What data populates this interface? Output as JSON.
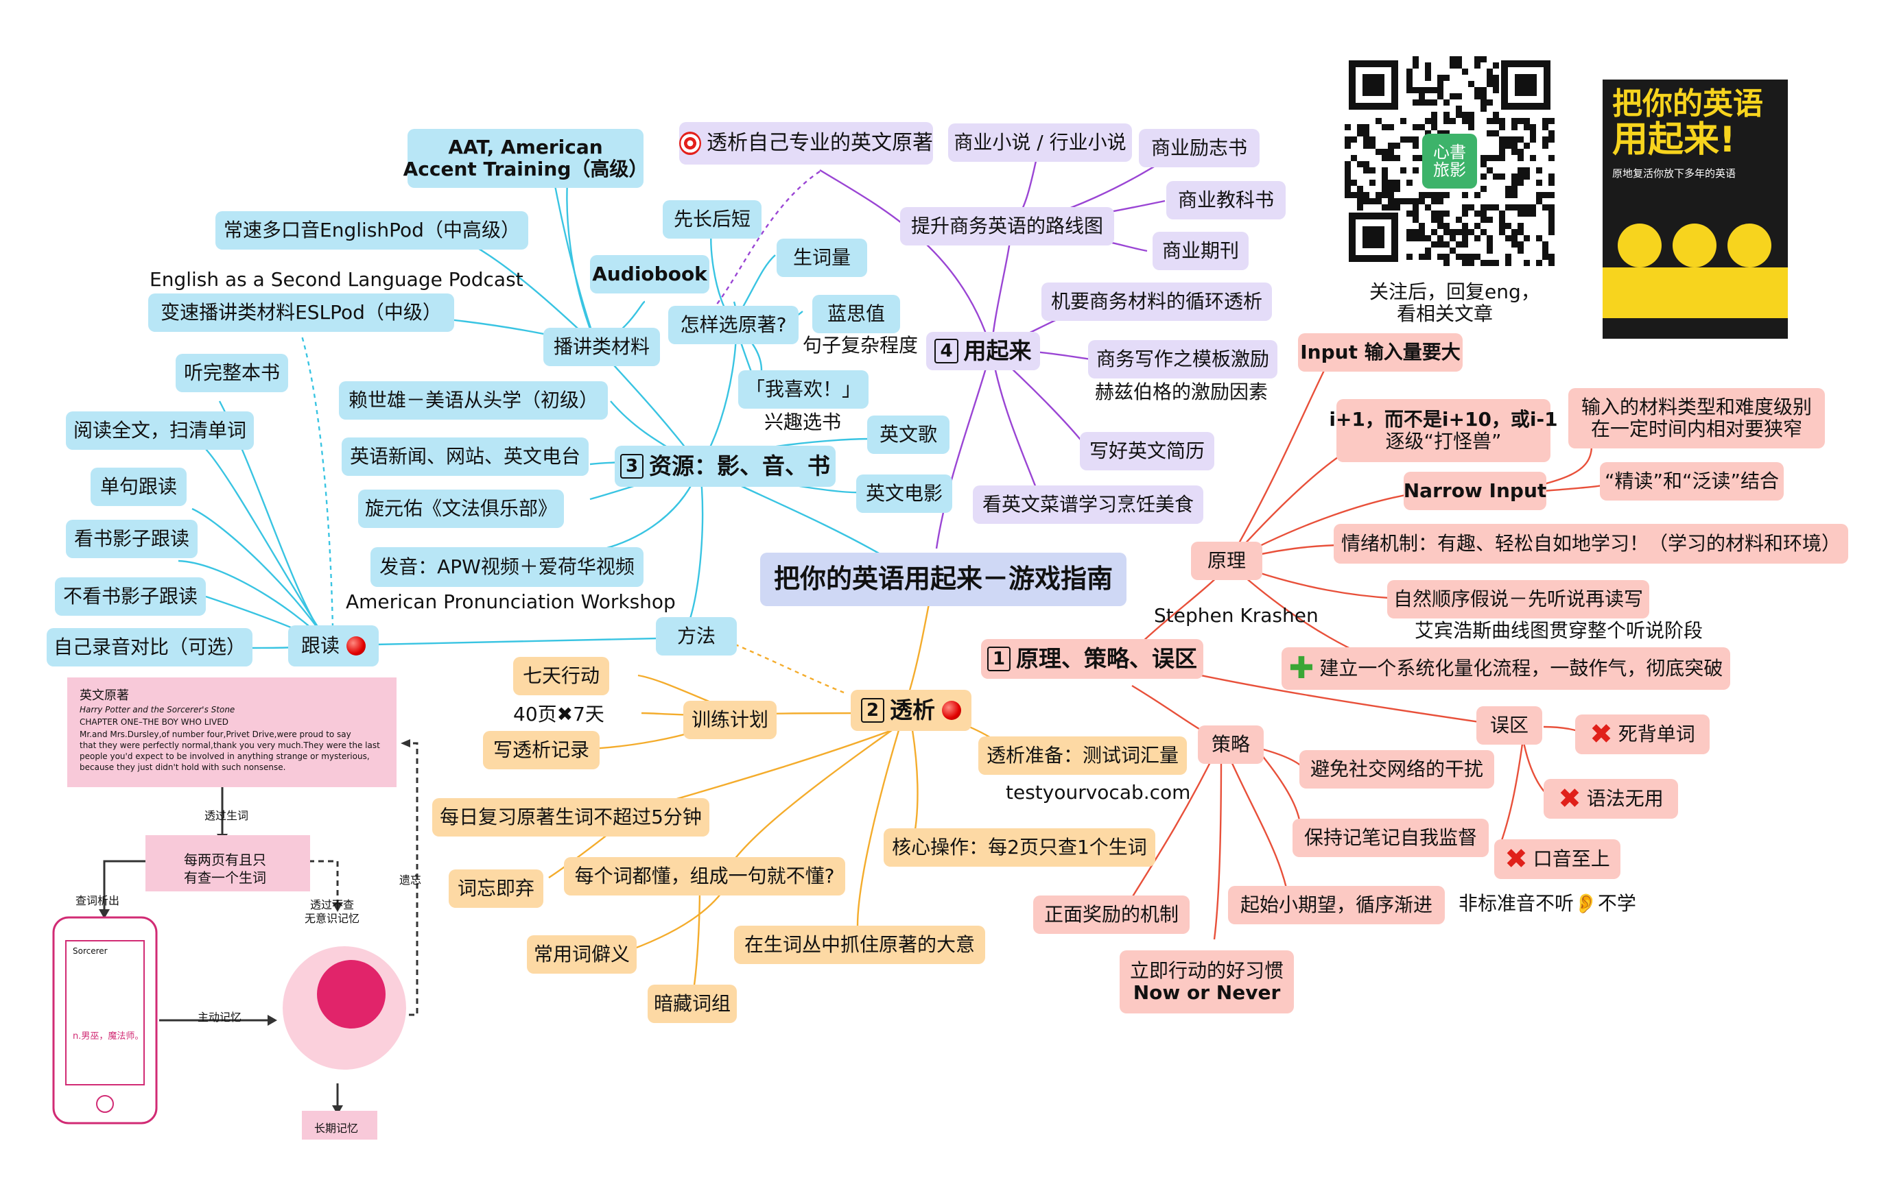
{
  "center": {
    "title": "把你的英语用起来－游戏指南"
  },
  "qr": {
    "icon": "qr-code-icon",
    "badge": "心書旅影",
    "caption_line1": "关注后，回复eng，",
    "caption_line2": "看相关文章"
  },
  "book": {
    "title_line1": "把你的英语",
    "title_line2": "用起来!",
    "subtitle": "原地复活你放下多年的英语"
  },
  "colors": {
    "resources": "#b8e6f6",
    "use": "#e4dcf8",
    "analysis": "#fdd9a4",
    "principles": "#fcc9c3",
    "center": "#cfd8f5"
  },
  "branch1": {
    "num": "1",
    "label": "原理、策略、误区",
    "krashen": "Stephen Krashen",
    "principle": "原理",
    "input": "Input 输入量要大",
    "i_plus_1_line1": "i+1，而不是i+10，或i-1",
    "i_plus_1_line2": "逐级“打怪兽”",
    "narrow_input": "Narrow Input",
    "narrow_a_line1": "输入的材料类型和难度级别",
    "narrow_a_line2": "在一定时间内相对要狭窄",
    "narrow_b": "“精读”和“泛读”结合",
    "emotion": "情绪机制：有趣、轻松自如地学习！（学习的材料和环境）",
    "natural_order": "自然顺序假说－先听说再读写",
    "ebbinghaus": "艾宾浩斯曲线图贯穿整个听说阶段",
    "system": "建立一个系统化量化流程，一鼓作气，彻底突破",
    "strategy": "策略",
    "strategy_social": "避免社交网络的干扰",
    "strategy_notes": "保持记笔记自我监督",
    "strategy_small": "起始小期望，循序渐进",
    "strategy_habit_line1": "立即行动的好习惯",
    "strategy_habit_line2": "Now or Never",
    "strategy_reward": "正面奖励的机制",
    "myths": "误区",
    "myth_words": "死背单词",
    "myth_grammar": "语法无用",
    "myth_accent": "口音至上",
    "myth_accent_note": "非标准音不听👂不学"
  },
  "branch2": {
    "num": "2",
    "label": "透析",
    "plan": "训练计划",
    "plan_seven": "七天行动",
    "plan_pages": "40页✖7天",
    "plan_record": "写透析记录",
    "prep": "透析准备：测试词汇量",
    "prep_site": "testyourvocab.com",
    "core": "核心操作：每2页只查1个生词",
    "review": "每日复习原著生词不超过5分钟",
    "forget": "词忘即弃",
    "sentence": "每个词都懂，组成一句就不懂?",
    "rare": "常用词僻义",
    "phrase": "暗藏词组",
    "gist": "在生词丛中抓住原著的大意"
  },
  "branch3": {
    "num": "3",
    "label": "资源：影、音、书",
    "broadcast": "播讲类材料",
    "aat_line1": "AAT, American",
    "aat_line2": "Accent Training（高级）",
    "englishpod": "常速多口音EnglishPod（中高级）",
    "audiobook": "Audiobook",
    "eslpod_full": "English as a Second Language Podcast",
    "eslpod": "变速播讲类材料ESLPod（中级）",
    "lai": "赖世雄－美语从头学（初级）",
    "news": "英语新闻、网站、英文电台",
    "xuan": "旋元佑《文法俱乐部》",
    "apw": "发音：APW视频＋爱荷华视频",
    "apw_full": "American Pronunciation Workshop",
    "songs": "英文歌",
    "movies": "英文电影",
    "choose": "怎样选原著?",
    "choose_short": "先长后短",
    "choose_vocab": "生词量",
    "choose_blue": "蓝思值",
    "choose_complex": "句子复杂程度",
    "choose_like": "「我喜欢！」",
    "choose_interest": "兴趣选书",
    "method": "方法"
  },
  "branch4": {
    "num": "4",
    "label": "用起来",
    "major": "透析自己专业的英文原著",
    "roadmap": "提升商务英语的路线图",
    "novel": "商业小说 / 行业小说",
    "inspire": "商业励志书",
    "textbook": "商业教科书",
    "journal": "商业期刊",
    "loop": "机要商务材料的循环透析",
    "template": "商务写作之模板激励",
    "herzberg": "赫兹伯格的激励因素",
    "resume": "写好英文简历",
    "recipe": "看英文菜谱学习烹饪美食"
  },
  "follow": {
    "label": "跟读",
    "whole": "听完整本书",
    "scan": "阅读全文，扫清单词",
    "sentence": "单句跟读",
    "shadow_book": "看书影子跟读",
    "shadow_nobook": "不看书影子跟读",
    "record": "自己录音对比（可选）"
  },
  "figure": {
    "header": "英文原著",
    "book_title": "Harry Potter and the Sorcerer's Stone",
    "chapter": "CHAPTER ONE–THE BOY WHO LIVED",
    "excerpt1": "Mr.and Mrs.Dursley,of number four,Privet Drive,were proud to say",
    "excerpt2": "that they were perfectly normal,thank you very much.They were the last",
    "excerpt3": "people you'd expect to be involved in anything strange or mysterious,",
    "excerpt4": "because they just didn't hold with such nonsense.",
    "through": "透过生词",
    "rule_line1": "每两页有且只",
    "rule_line2": "有查一个生词",
    "lookup": "查词析出",
    "skip_line1": "透过不查",
    "skip_line2": "无意识记忆",
    "forget": "遗忘",
    "active": "主动记忆",
    "longterm": "长期记忆",
    "phone_word": "Sorcerer",
    "phone_meaning": "n.男巫，魔法师。"
  }
}
